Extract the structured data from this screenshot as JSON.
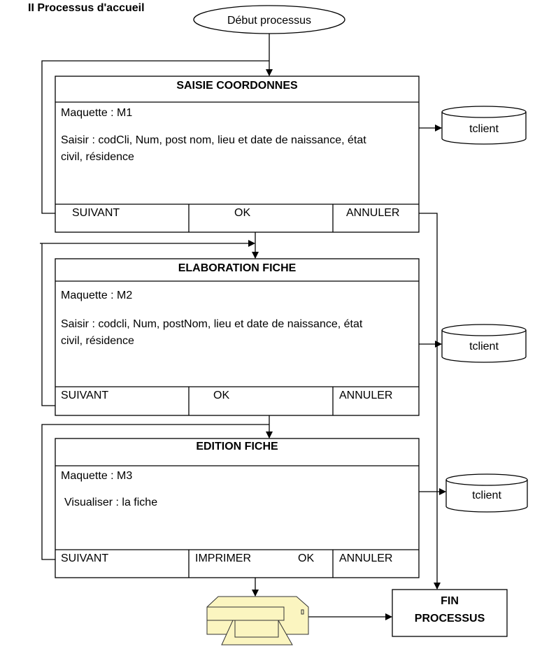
{
  "heading": "II Processus d'accueil",
  "start": "Début processus",
  "end": [
    "FIN",
    "PROCESSUS"
  ],
  "blocks": [
    {
      "title": "SAISIE COORDONNES",
      "maquette": "Maquette : M1",
      "body": [
        "Saisir : codCli, Num, post nom, lieu et date de naissance, état",
        "civil, résidence"
      ],
      "buttons": [
        "SUIVANT",
        "OK",
        "ANNULER"
      ],
      "store": "tclient"
    },
    {
      "title": "ELABORATION FICHE",
      "maquette": "Maquette : M2",
      "body": [
        "Saisir : codcli, Num, postNom, lieu et date de naissance, état",
        "civil, résidence"
      ],
      "buttons": [
        "SUIVANT",
        "OK",
        "ANNULER"
      ],
      "store": "tclient"
    },
    {
      "title": "EDITION FICHE",
      "maquette": "Maquette : M3",
      "body": [
        "Visualiser : la fiche"
      ],
      "buttons": [
        "SUIVANT",
        "IMPRIMER",
        "OK",
        "ANNULER"
      ],
      "store": "tclient"
    }
  ],
  "colors": {
    "printer": "#fbf5c0",
    "line": "#000000"
  },
  "icons": {
    "printer": "printer-icon",
    "store": "database-cylinder-icon"
  }
}
